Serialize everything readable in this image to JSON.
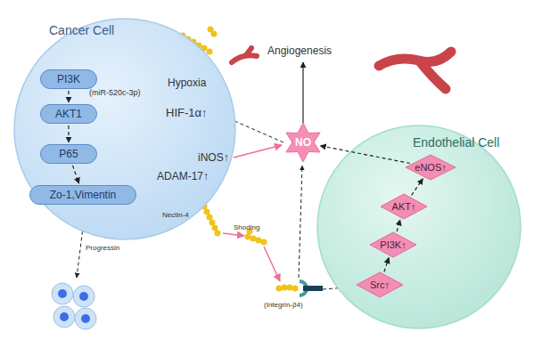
{
  "diagram": {
    "nodes": [
      {
        "text": [
          "Cancer Cell"
        ]
      },
      {
        "text": [
          "PI3K"
        ],
        "in": 0
      },
      {
        "text": [
          "AKT1"
        ],
        "in": 0
      },
      {
        "text": [
          "P65"
        ],
        "in": 0
      },
      {
        "text": [
          "Zo-1,Vimentin"
        ],
        "in": 0
      },
      {
        "text": [
          "NO"
        ]
      },
      {
        "text": [
          "Endothelial Cell"
        ]
      },
      {
        "text": [
          "eNOS↑"
        ],
        "in": 6
      },
      {
        "text": [
          "AKT↑"
        ],
        "in": 6
      },
      {
        "text": [
          "PI3K↑"
        ],
        "in": 6
      },
      {
        "text": [
          "Src↑"
        ],
        "in": 6
      }
    ],
    "edges": [
      {
        "from": 1,
        "to": 2,
        "arrow": "to"
      },
      {
        "from": 2,
        "to": 3,
        "arrow": "to"
      },
      {
        "from": 3,
        "to": 4,
        "arrow": "to"
      },
      {
        "from": 10,
        "to": 9,
        "arrow": "to"
      },
      {
        "from": 9,
        "to": 8,
        "arrow": "to"
      },
      {
        "from": 8,
        "to": 7,
        "arrow": "to"
      },
      {
        "from": 7,
        "to": 5,
        "arrow": "to"
      }
    ],
    "labels": [
      "(miR-520c-3p)",
      "Hypoxia",
      "HIF-1α↑",
      "iNOS↑",
      "ADAM-17↑",
      "Nectin-4",
      "Progressin",
      "Angiogenesis",
      "Shoding",
      "(Integrin-β4)"
    ]
  }
}
